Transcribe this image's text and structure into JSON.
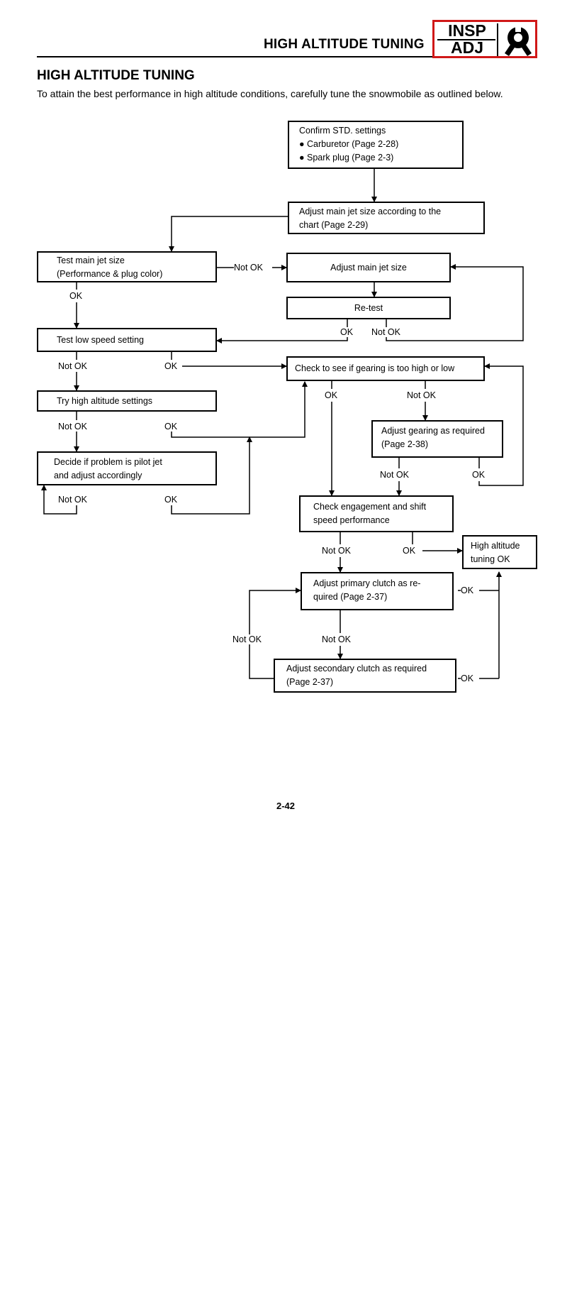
{
  "header": {
    "title": "HIGH ALTITUDE TUNING",
    "badge_top": "INSP",
    "badge_bottom": "ADJ",
    "badge_icon": "wrench-icon"
  },
  "section": {
    "title": "HIGH ALTITUDE TUNING",
    "intro": "To attain the best performance in high altitude conditions, carefully tune the snowmobile as outlined below."
  },
  "flowchart": {
    "confirm": {
      "line1": "Confirm STD. settings",
      "line2": "●  Carburetor (Page 2-28)",
      "line3": "●  Spark plug (Page 2-3)"
    },
    "adjust_main_chart": {
      "line1": "Adjust main jet size according to the",
      "line2": "chart (Page 2-29)"
    },
    "test_main_jet": {
      "line1": "Test main jet size",
      "line2": "(Performance & plug color)"
    },
    "adjust_main_jet": "Adjust main jet size",
    "retest": "Re-test",
    "test_low_speed": "Test low speed setting",
    "check_gearing": "Check to see if gearing is too high or low",
    "try_high_alt": "Try high altitude settings",
    "adjust_gearing": {
      "line1": "Adjust gearing as required",
      "line2": "(Page 2-38)"
    },
    "pilot_jet": {
      "line1": "Decide if problem is pilot jet",
      "line2": "and adjust accordingly"
    },
    "engagement": {
      "line1": "Check engagement and shift",
      "line2": "speed performance"
    },
    "high_alt_ok": {
      "line1": "High altitude",
      "line2": "tuning OK"
    },
    "primary_clutch": {
      "line1": "Adjust primary clutch as re-",
      "line2": "quired (Page 2-37)"
    },
    "secondary_clutch": {
      "line1": "Adjust secondary clutch as required",
      "line2": "(Page 2-37)"
    },
    "labels": {
      "ok": "OK",
      "not_ok": "Not OK",
      "not_ok_arrow": "Not OK"
    }
  },
  "footer": {
    "page_number": "2-42"
  }
}
